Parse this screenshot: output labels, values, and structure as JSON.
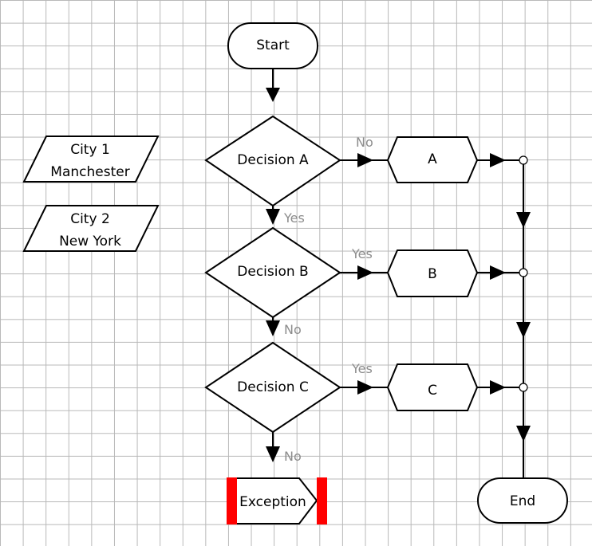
{
  "nodes": {
    "start": "Start",
    "end": "End",
    "decision_a": "Decision A",
    "decision_b": "Decision B",
    "decision_c": "Decision C",
    "process_a": "A",
    "process_b": "B",
    "process_c": "C",
    "exception": "Exception",
    "city1": {
      "line1": "City 1",
      "line2": "Manchester"
    },
    "city2": {
      "line1": "City 2",
      "line2": "New York"
    }
  },
  "edges": {
    "a_no": "No",
    "a_yes": "Yes",
    "b_yes": "Yes",
    "b_no": "No",
    "c_yes": "Yes",
    "c_no": "No"
  },
  "colors": {
    "exception_bar": "#ff0000",
    "grid": "#b8b8b8",
    "edge_label": "#8c8c8c"
  }
}
